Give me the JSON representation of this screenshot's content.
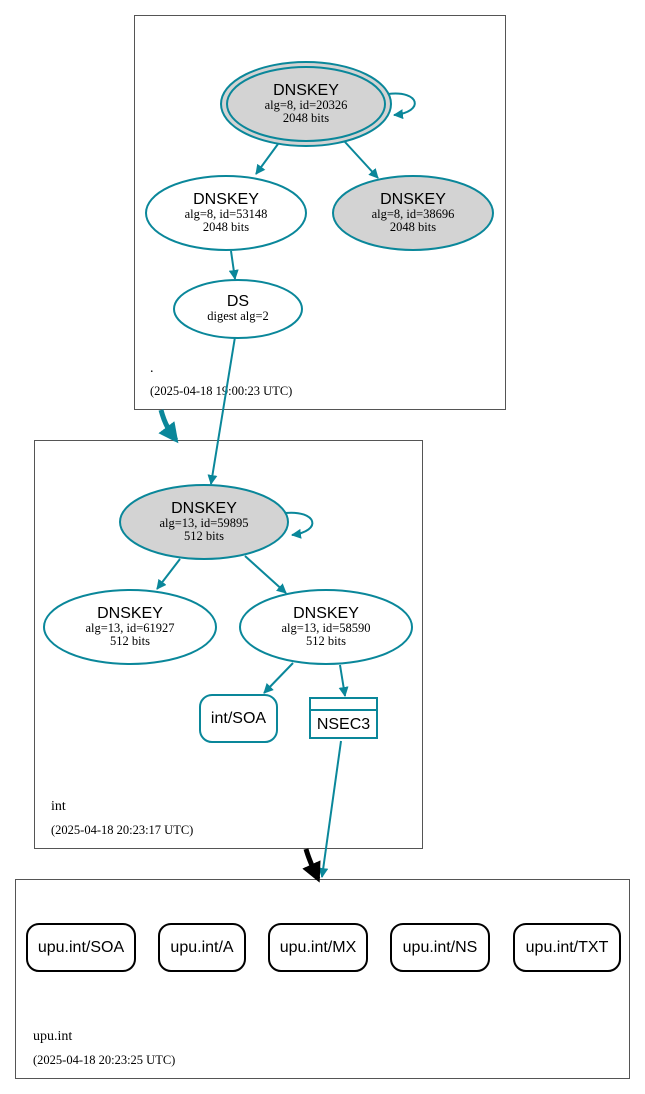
{
  "zones": {
    "root": {
      "name": ".",
      "timestamp": "(2025-04-18 19:00:23 UTC)"
    },
    "int": {
      "name": "int",
      "timestamp": "(2025-04-18 20:23:17 UTC)"
    },
    "upu": {
      "name": "upu.int",
      "timestamp": "(2025-04-18 20:23:25 UTC)"
    }
  },
  "nodes": {
    "root_ksk": {
      "title": "DNSKEY",
      "detail": "alg=8, id=20326",
      "size": "2048 bits"
    },
    "root_zsk1": {
      "title": "DNSKEY",
      "detail": "alg=8, id=53148",
      "size": "2048 bits"
    },
    "root_zsk2": {
      "title": "DNSKEY",
      "detail": "alg=8, id=38696",
      "size": "2048 bits"
    },
    "root_ds": {
      "title": "DS",
      "detail": "digest alg=2"
    },
    "int_ksk": {
      "title": "DNSKEY",
      "detail": "alg=13, id=59895",
      "size": "512 bits"
    },
    "int_zsk1": {
      "title": "DNSKEY",
      "detail": "alg=13, id=61927",
      "size": "512 bits"
    },
    "int_zsk2": {
      "title": "DNSKEY",
      "detail": "alg=13, id=58590",
      "size": "512 bits"
    },
    "int_soa": {
      "title": "int/SOA"
    },
    "int_nsec3": {
      "title": "NSEC3"
    }
  },
  "upu_records": [
    "upu.int/SOA",
    "upu.int/A",
    "upu.int/MX",
    "upu.int/NS",
    "upu.int/TXT"
  ],
  "colors": {
    "edge": "#0a879a",
    "secure_entry_fill": "#d3d3d3",
    "insecure_edge": "#000000"
  }
}
